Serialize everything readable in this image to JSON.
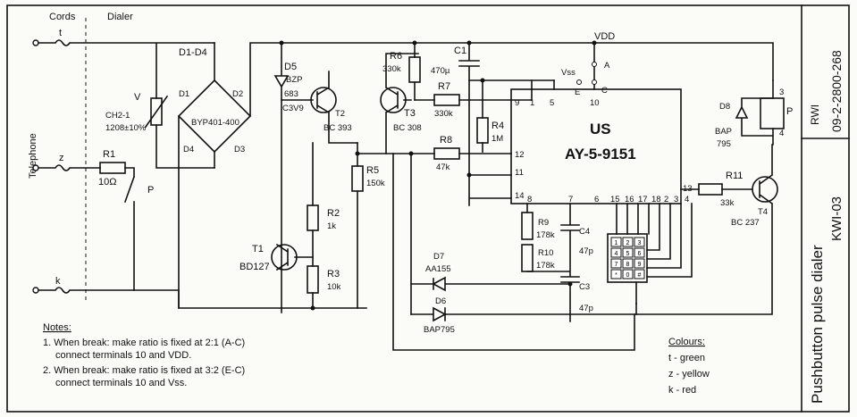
{
  "headers": {
    "cords": "Cords",
    "dialer": "Dialer",
    "telephone": "Telephone"
  },
  "wires": {
    "t": "t",
    "z": "z",
    "k": "k"
  },
  "parts": {
    "v_label": "V",
    "v_value1": "CH2-1",
    "v_value2": "1208±10%",
    "bridge": "D1-D4",
    "d1": "D1",
    "d2": "D2",
    "d3": "D3",
    "d4": "D4",
    "bridge_type": "BYP401-400",
    "d5": "D5",
    "d5_type1": "BZP",
    "d5_type2": "683",
    "d5_type3": "C3V9",
    "t2": "T2",
    "t2_type": "BC 393",
    "r6": "R6",
    "r6_val": "330k",
    "c1": "C1",
    "c1_val": "470µ",
    "vdd": "VDD",
    "vss": "Vss",
    "a": "A",
    "e": "E",
    "c": "C",
    "r7": "R7",
    "r7_val": "330k",
    "t3": "T3",
    "t3_type": "BC 308",
    "r4": "R4",
    "r4_val": "1M",
    "r8": "R8",
    "r8_val": "47k",
    "r1": "R1",
    "r1_val": "10Ω",
    "p": "P",
    "r5": "R5",
    "r5_val": "150k",
    "r2": "R2",
    "r2_val": "1k",
    "r3": "R3",
    "r3_val": "10k",
    "t1": "T1",
    "t1_type": "BD127",
    "d7": "D7",
    "d7_type": "AA155",
    "d6": "D6",
    "d6_type": "BAP795",
    "r9": "R9",
    "r9_val": "178k",
    "r10": "R10",
    "r10_val": "178k",
    "c4": "C4",
    "c4_val": "47p",
    "c3": "C3",
    "c3_val": "47p",
    "d8": "D8",
    "d8_type1": "BAP",
    "d8_type2": "795",
    "relay_p": "P",
    "r11": "R11",
    "r11_val": "33k",
    "t4": "T4",
    "t4_type": "BC 237"
  },
  "ic": {
    "name": "US",
    "part": "AY-5-9151",
    "pins_top": [
      "9",
      "1",
      "5",
      "10"
    ],
    "pins_left": [
      "12",
      "11",
      "14"
    ],
    "pins_bottom": [
      "8",
      "7",
      "6",
      "15",
      "16",
      "17",
      "18",
      "2",
      "3",
      "4"
    ],
    "pin_right": "13"
  },
  "relay_pins": [
    "3",
    "4"
  ],
  "keypad_keys": [
    "1",
    "2",
    "3",
    "4",
    "5",
    "6",
    "7",
    "8",
    "9",
    "*",
    "0",
    "#"
  ],
  "notes": {
    "title": "Notes:",
    "n1a": "1. When break: make ratio is fixed at 2:1 (A-C)",
    "n1b": "connect terminals 10 and VDD.",
    "n2a": "2. When break: make ratio is fixed at 3:2 (E-C)",
    "n2b": "connect terminals 10 and Vss."
  },
  "colours": {
    "title": "Colours:",
    "t": "t - green",
    "z": "z - yellow",
    "k": "k - red"
  },
  "title_block": {
    "code_top": "RWI",
    "doc_number": "09-2-2800-268",
    "model": "KWI-03",
    "title": "Pushbutton pulse dialer"
  }
}
